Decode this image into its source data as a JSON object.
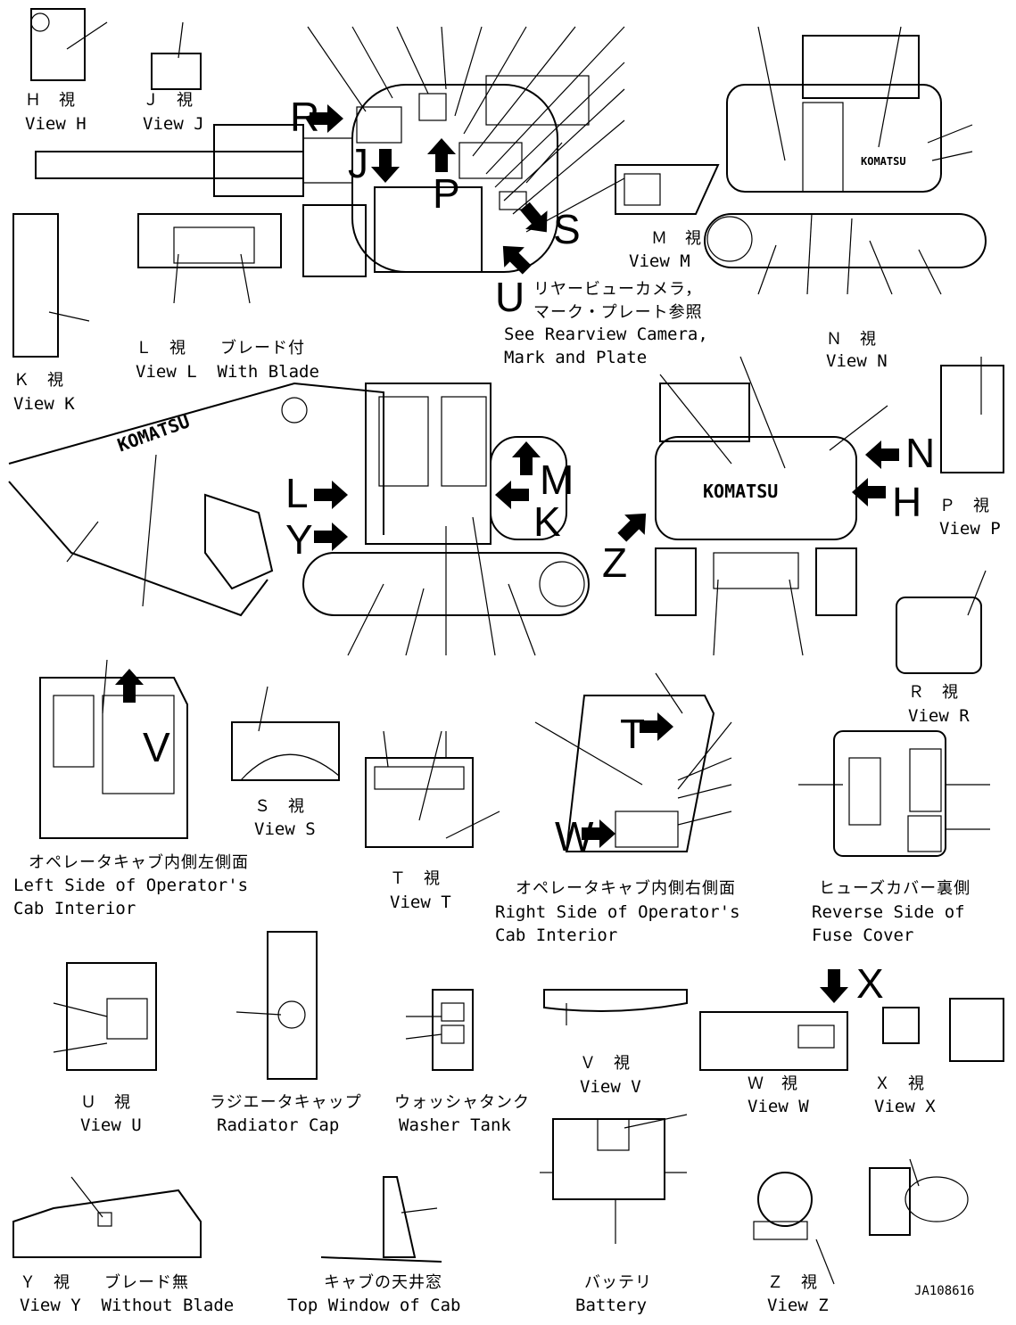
{
  "views": {
    "h": {
      "jp": "Ｈ　視",
      "en": "View H"
    },
    "j": {
      "jp": "Ｊ　視",
      "en": "View J"
    },
    "k": {
      "jp": "Ｋ　視",
      "en": "View K"
    },
    "l": {
      "jp": "Ｌ　視　　ブレード付",
      "en": "View L  With Blade"
    },
    "m": {
      "jp": "Ｍ　視",
      "en": "View M"
    },
    "n": {
      "jp": "Ｎ　視",
      "en": "View N"
    },
    "p": {
      "jp": "Ｐ　視",
      "en": "View P"
    },
    "r": {
      "jp": "Ｒ　視",
      "en": "View R"
    },
    "s": {
      "jp": "Ｓ　視",
      "en": "View S"
    },
    "t": {
      "jp": "Ｔ　視",
      "en": "View T"
    },
    "u": {
      "jp": "Ｕ　視",
      "en": "View U"
    },
    "v": {
      "jp": "Ｖ　視",
      "en": "View V"
    },
    "w": {
      "jp": "Ｗ　視",
      "en": "View W"
    },
    "x": {
      "jp": "Ｘ　視",
      "en": "View X"
    },
    "y": {
      "jp": "Ｙ　視　　ブレード無",
      "en": "View Y  Without Blade"
    },
    "z": {
      "jp": "Ｚ　視",
      "en": "View Z"
    }
  },
  "captions": {
    "rearview": {
      "jp1": "リヤービューカメラ，",
      "jp2": "マーク・プレート参照",
      "en1": "See Rearview Camera,",
      "en2": "Mark and Plate"
    },
    "cab_left": {
      "jp": "オペレータキャブ内側左側面",
      "en1": "Left Side of Operator's",
      "en2": "Cab Interior"
    },
    "cab_right": {
      "jp": "オペレータキャブ内側右側面",
      "en1": "Right Side of Operator's",
      "en2": "Cab Interior"
    },
    "fuse": {
      "jp": "ヒューズカバー裏側",
      "en1": "Reverse Side of",
      "en2": "Fuse Cover"
    },
    "radiator": {
      "jp": "ラジエータキャップ",
      "en": "Radiator Cap"
    },
    "washer": {
      "jp": "ウォッシャタンク",
      "en": "Washer Tank"
    },
    "topwindow": {
      "jp": "キャブの天井窓",
      "en": "Top Window of Cab"
    },
    "battery": {
      "jp": "バッテリ",
      "en": "Battery"
    }
  },
  "arrow_letters": {
    "r": "R",
    "j": "J",
    "p": "P",
    "s": "S",
    "u": "U",
    "l": "L",
    "y": "Y",
    "m": "M",
    "k": "K",
    "z": "Z",
    "n": "N",
    "h": "H",
    "t": "T",
    "w": "W",
    "x": "X",
    "v": "V"
  },
  "brand": "KOMATSU",
  "drawing_no": "JA108616"
}
